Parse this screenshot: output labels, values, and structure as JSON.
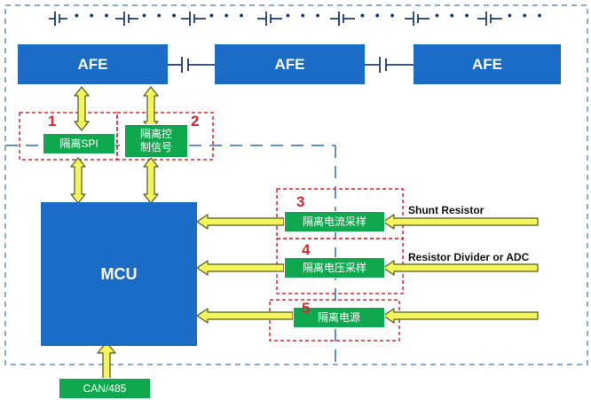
{
  "blocks": {
    "afe_left": "AFE",
    "afe_middle": "AFE",
    "afe_right": "AFE",
    "mcu": "MCU"
  },
  "isolation": [
    {
      "number": "1",
      "label": "隔离SPI"
    },
    {
      "number": "2",
      "label": "隔离控\n制信号"
    },
    {
      "number": "3",
      "label": "隔离电流采样"
    },
    {
      "number": "4",
      "label": "隔离电压采样"
    },
    {
      "number": "5",
      "label": "隔离电源"
    }
  ],
  "signals": {
    "current": "Shunt Resistor",
    "voltage": "Resistor Divider or ADC"
  },
  "bus": "CAN/485",
  "colors": {
    "afe_mcu_fill": "#1b6cc7",
    "isolation_fill": "#0fa84e",
    "isolation_zone_border": "#d9262e",
    "arrow_fill": "#f3f55a",
    "outer_border": "#5f8fc0"
  }
}
